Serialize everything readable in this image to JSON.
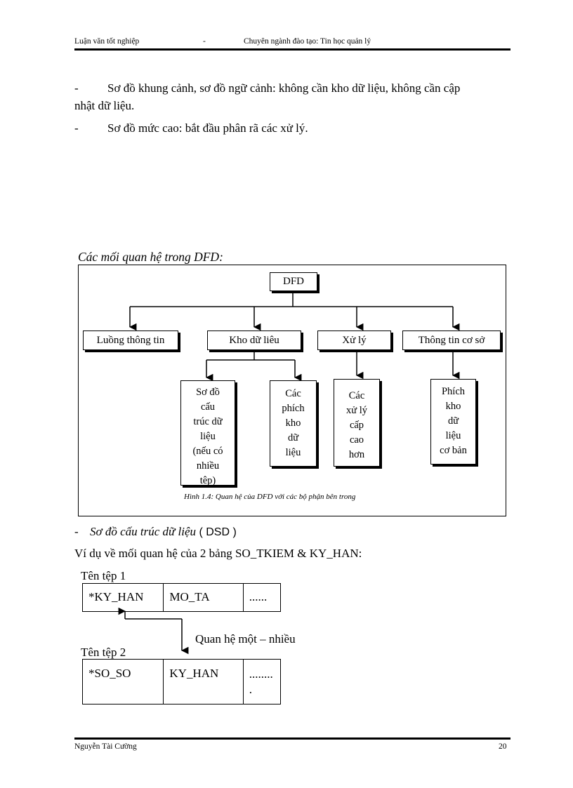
{
  "header": {
    "left": "Luận văn tốt nghiệp",
    "dash": "-",
    "right": "Chuyên ngành đào tạo: Tin học quản lý"
  },
  "intro": {
    "bullet": "-",
    "item1_line1": "Sơ đồ khung cảnh, sơ đồ ngữ cảnh: không cần kho dữ liệu, không cần cập",
    "item1_line2": "nhật dữ liệu.",
    "item2": "Sơ đồ mức cao: bắt đầu phân rã các xử lý."
  },
  "dfd_section": {
    "title": "Các mối quan hệ trong DFD:",
    "root": "DFD",
    "level1": [
      "Luồng thông tin",
      "Kho dữ liêu",
      "Xử lý",
      "Thông tin cơ sở"
    ],
    "leaf_so_do": [
      "Sơ đồ",
      "cấu",
      "trúc dữ",
      "liệu",
      "(nếu có",
      "nhiều",
      "têp)"
    ],
    "leaf_cac_phich": [
      "Các",
      "phích",
      "kho",
      "dữ",
      "liệu"
    ],
    "leaf_cac_xu_ly": [
      "Các",
      "xử lý",
      "cấp",
      "cao",
      "hơn"
    ],
    "leaf_phich_kho": [
      "Phích",
      "kho",
      "dữ",
      "liệu",
      "cơ bản"
    ],
    "figure_caption": "Hình 1.4:  Quan hệ của DFD với các bộ phận bên trong"
  },
  "dsd_section": {
    "dash": "-",
    "title": "Sơ đồ cấu trúc dữ liệu",
    "abbr": " ( DSD )",
    "example": "Ví dụ về mối quan hệ của 2 bảng SO_TKIEM & KY_HAN:",
    "file1_label": "Tên tệp 1",
    "file1_cells": [
      "*KY_HAN",
      "MO_TA",
      "......"
    ],
    "relation": "Quan hệ một – nhiều",
    "file2_label": "Tên tệp 2",
    "file2_cells": [
      "*SO_SO",
      "KY_HAN",
      "........",
      "."
    ]
  },
  "footer": {
    "author": "Nguyễn Tài Cường",
    "page": "20"
  }
}
